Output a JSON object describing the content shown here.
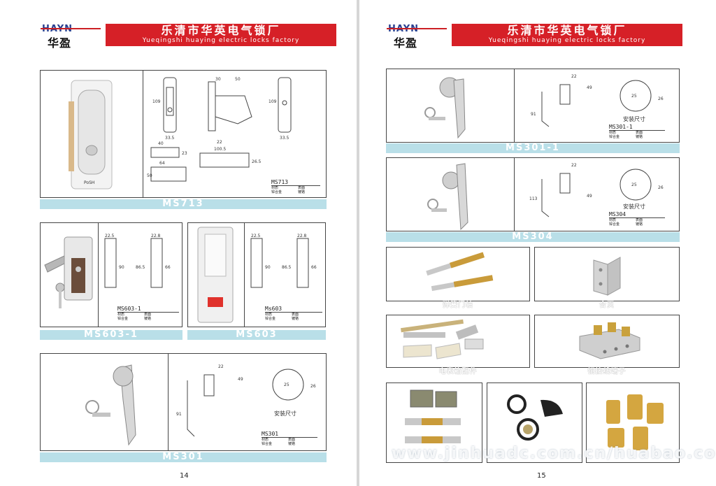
{
  "brand": {
    "en": "HAYN",
    "cn": "华盈"
  },
  "header": {
    "cn": "乐清市华英电气锁厂",
    "en": "Yueqingshi huaying electric locks factory"
  },
  "spec_labels": {
    "material": "材质",
    "surface": "表面",
    "alloy": "锌合金",
    "finish": "镀铬"
  },
  "mount_label": "安装尺寸",
  "left_page": {
    "page_number": "14",
    "products": [
      {
        "model": "MS713",
        "caption": "MS713",
        "dims": [
          "109",
          "33.5",
          "40",
          "23",
          "64",
          "50",
          "30",
          "50",
          "22",
          "100.5",
          "26.5",
          "109",
          "33.5"
        ]
      },
      {
        "model": "MS603-1",
        "caption": "MS603-1",
        "dims": [
          "22.5",
          "22.8",
          "90",
          "86.5",
          "66"
        ]
      },
      {
        "model": "Ms603",
        "caption": "MS603",
        "dims": [
          "22.5",
          "22.8",
          "90",
          "86.5",
          "66"
        ]
      },
      {
        "model": "MS301",
        "caption": "MS301",
        "dims": [
          "22",
          "49",
          "91",
          "25",
          "26"
        ]
      }
    ]
  },
  "right_page": {
    "page_number": "15",
    "products": [
      {
        "model": "MS301-1",
        "caption": "MS301-1",
        "dims": [
          "22",
          "49",
          "91",
          "25",
          "26"
        ]
      },
      {
        "model": "MS304",
        "caption": "MS304",
        "dims": [
          "22",
          "49",
          "113",
          "25",
          "26"
        ]
      }
    ],
    "accessories": [
      {
        "caption": "弹簧门轴"
      },
      {
        "caption": "合页"
      },
      {
        "caption": "电表箱配件"
      },
      {
        "caption": "铜接线端子"
      },
      {
        "caption": ""
      },
      {
        "caption": ""
      },
      {
        "caption": ""
      }
    ],
    "watermark": "www.jinhuadc.com.cn/huabao.com"
  }
}
